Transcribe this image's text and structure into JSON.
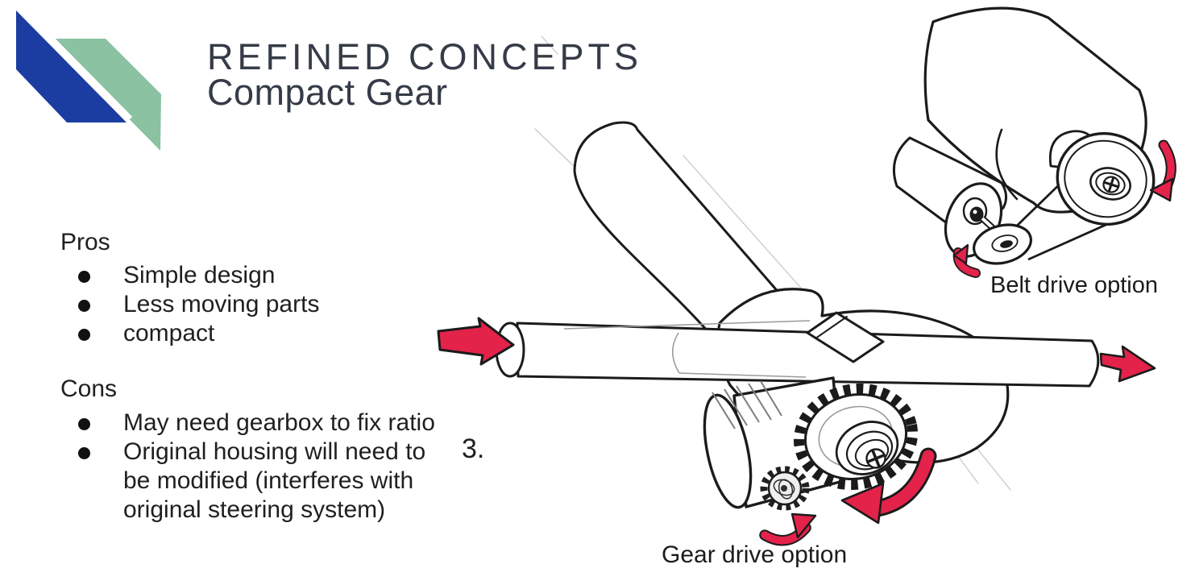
{
  "logo": {
    "blue": "#1b3ca1",
    "green": "#8ac2a2"
  },
  "title": {
    "line1": "REFINED CONCEPTS",
    "line2": "Compact Gear"
  },
  "pros": {
    "heading": "Pros",
    "items": [
      "Simple design",
      "Less moving parts",
      "compact"
    ]
  },
  "cons": {
    "heading": "Cons",
    "items": [
      "May need gearbox to fix ratio",
      "Original housing will need to\nbe modified (interferes with\noriginal steering system)"
    ]
  },
  "figure_number": "3.",
  "sketches": {
    "belt": {
      "caption": "Belt drive option"
    },
    "gear": {
      "caption": "Gear drive option"
    }
  },
  "colors": {
    "arrow_red": "#e3234a",
    "ink": "#1b1b1b",
    "title_ink": "#353b47",
    "text_ink": "#1f1f1f"
  }
}
